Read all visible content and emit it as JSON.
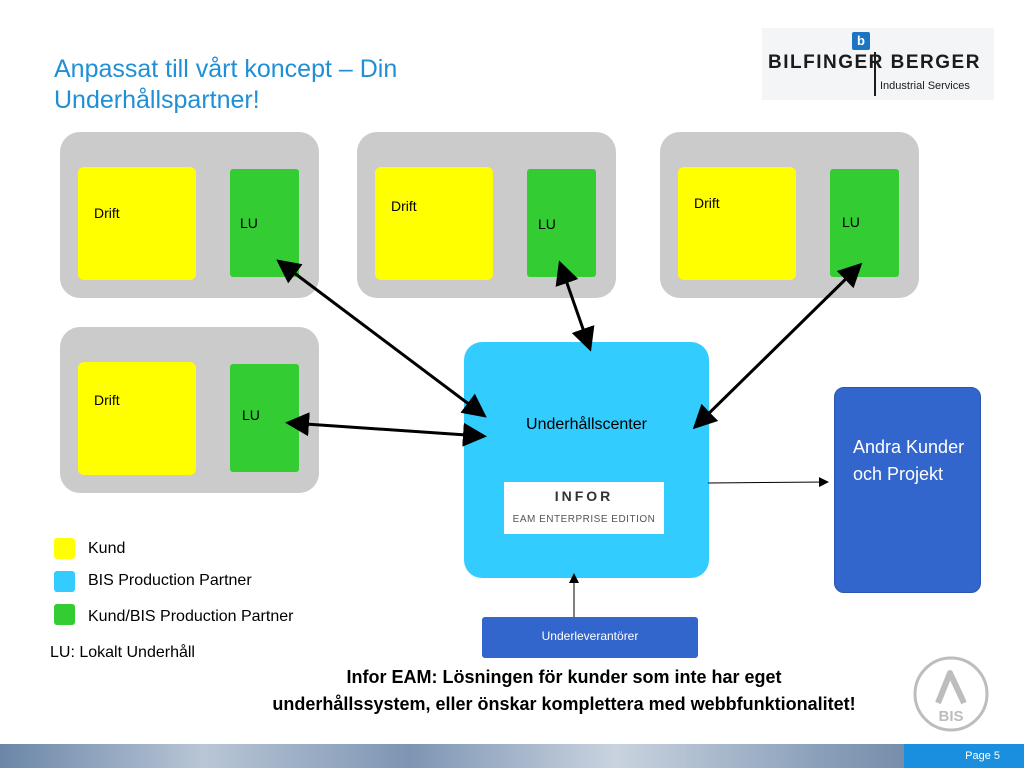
{
  "title": "Anpassat till vårt koncept – Din Underhållspartner!",
  "logo": {
    "badge": "b",
    "name": "BILFINGER BERGER",
    "sub": "Industrial Services"
  },
  "groups": [
    {
      "drift": "Drift",
      "lu": "LU"
    },
    {
      "drift": "Drift",
      "lu": "LU"
    },
    {
      "drift": "Drift",
      "lu": "LU"
    },
    {
      "drift": "Drift",
      "lu": "LU"
    }
  ],
  "center": {
    "label": "Underhållscenter",
    "infor_logo": "INFOR",
    "infor_sub": "EAM ENTERPRISE EDITION"
  },
  "other": {
    "text": "Andra Kunder och Projekt"
  },
  "subcontractors": "Underleverantörer",
  "legend": [
    {
      "label": "Kund",
      "color": "#ffff00"
    },
    {
      "label": "BIS Production Partner",
      "color": "#33ccff"
    },
    {
      "label": "Kund/BIS Production Partner",
      "color": "#33cc33"
    }
  ],
  "note": "LU: Lokalt Underhåll",
  "caption": "Infor EAM: Lösningen för kunder som inte har eget underhållssystem, eller önskar komplettera med webbfunktionalitet!",
  "bis_logo": "BIS",
  "page_label": "Page 5",
  "colors": {
    "title": "#1f8fd6",
    "group": "#cbcbcb",
    "drift": "#ffff00",
    "lu": "#33cc33",
    "center": "#33ccff",
    "blue_box": "#3366cc",
    "page_tab": "#1a8fe0"
  }
}
